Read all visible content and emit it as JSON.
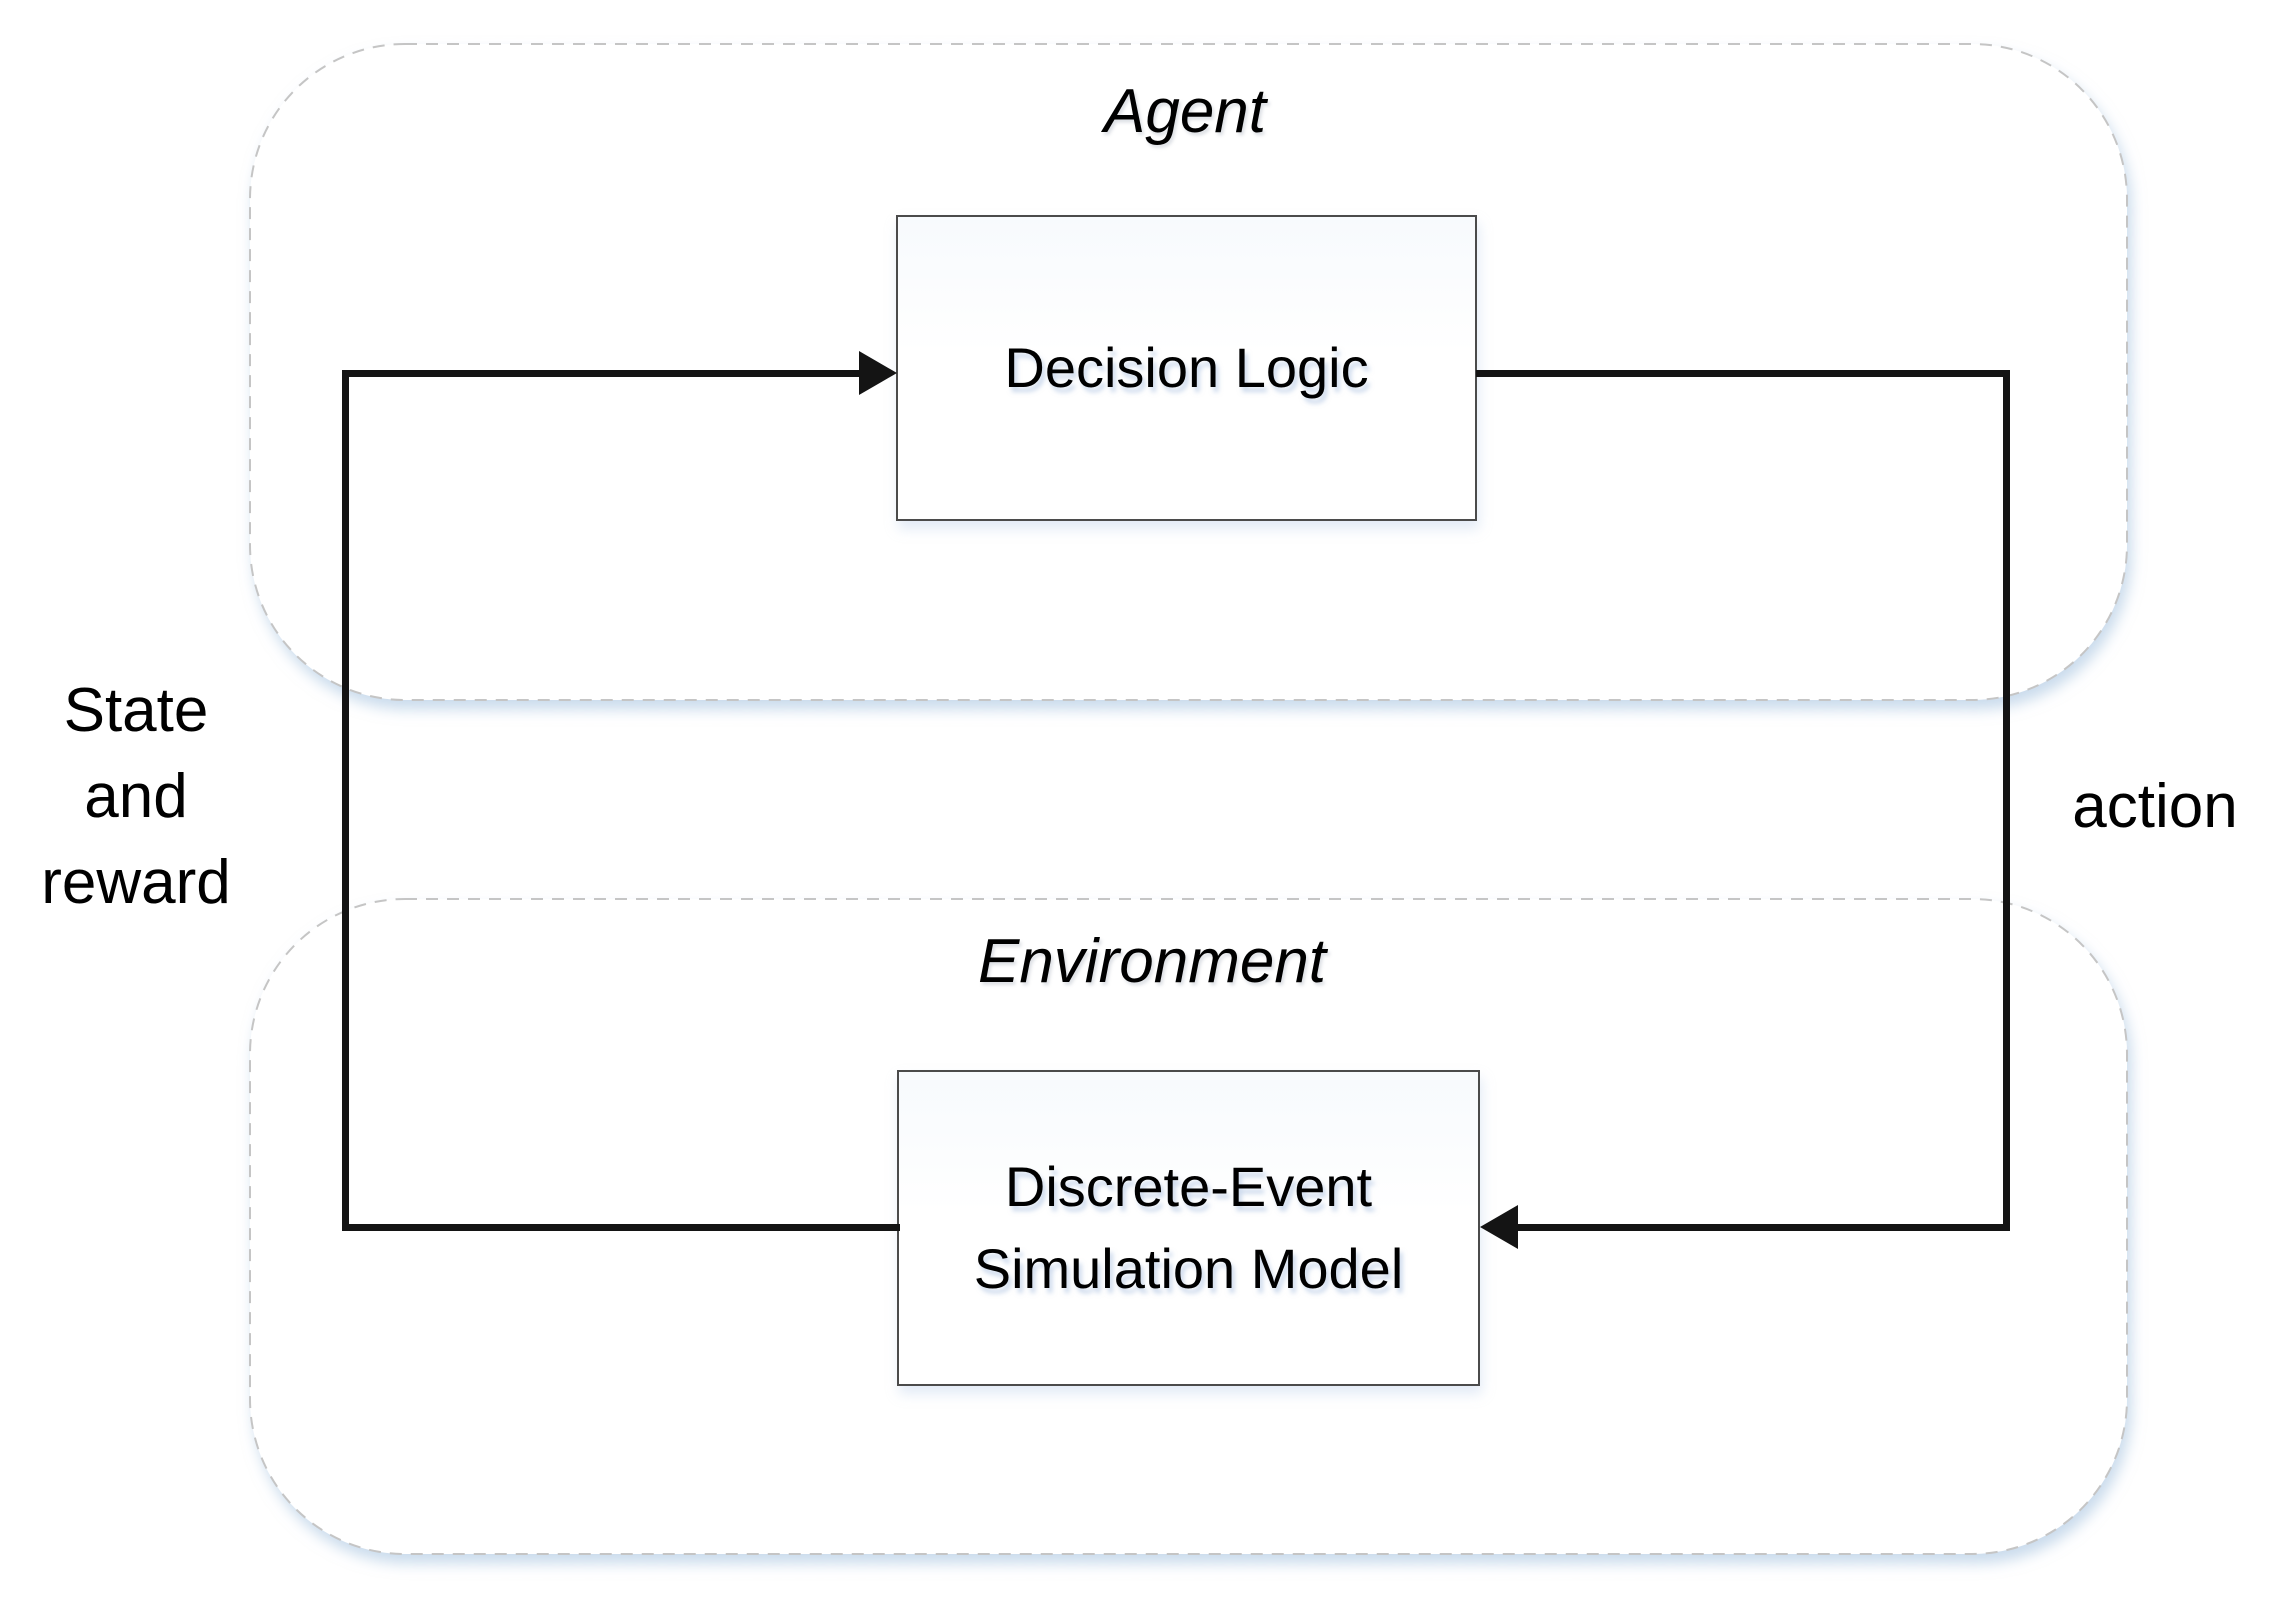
{
  "agent": {
    "title": "Agent",
    "box_label": "Decision Logic"
  },
  "environment": {
    "title": "Environment",
    "box_lines": [
      "Discrete-Event",
      "Simulation Model"
    ]
  },
  "labels": {
    "state_reward_lines": [
      "State",
      "and",
      "reward"
    ],
    "action": "action"
  },
  "colors": {
    "line": "#141414",
    "container_dash": "#c5c5c5",
    "glow": "#9fbedd",
    "box_border": "#4b4b4b",
    "text": "#000000"
  }
}
